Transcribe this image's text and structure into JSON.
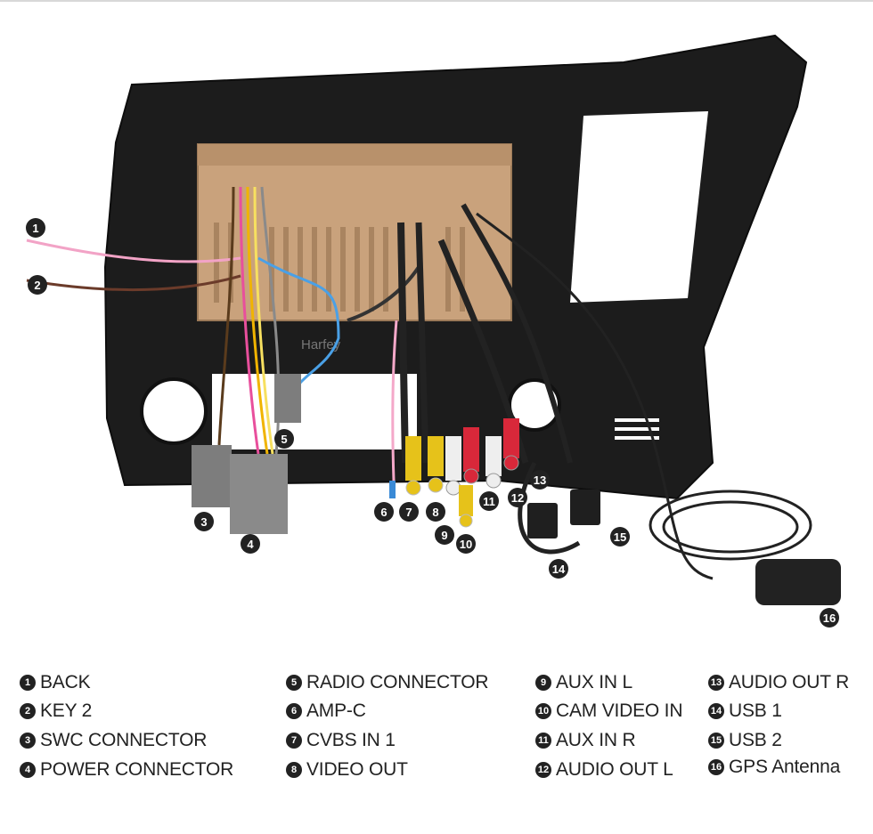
{
  "brand_watermark": "Harfey",
  "callouts": [
    "1",
    "2",
    "3",
    "4",
    "5",
    "6",
    "7",
    "8",
    "9",
    "10",
    "11",
    "12",
    "13",
    "14",
    "15",
    "16"
  ],
  "legend": [
    {
      "num": "1",
      "label": "BACK"
    },
    {
      "num": "2",
      "label": "KEY 2"
    },
    {
      "num": "3",
      "label": "SWC CONNECTOR"
    },
    {
      "num": "4",
      "label": "POWER CONNECTOR"
    },
    {
      "num": "5",
      "label": "RADIO CONNECTOR"
    },
    {
      "num": "6",
      "label": "AMP-C"
    },
    {
      "num": "7",
      "label": "CVBS IN 1"
    },
    {
      "num": "8",
      "label": "VIDEO OUT"
    },
    {
      "num": "9",
      "label": "AUX IN L"
    },
    {
      "num": "10",
      "label": "CAM VIDEO IN"
    },
    {
      "num": "11",
      "label": "AUX IN R"
    },
    {
      "num": "12",
      "label": "AUDIO OUT L"
    },
    {
      "num": "13",
      "label": "AUDIO OUT R"
    },
    {
      "num": "14",
      "label": "USB 1"
    },
    {
      "num": "15",
      "label": "USB 2"
    },
    {
      "num": "16",
      "label": "GPS Antenna"
    }
  ],
  "colors": {
    "bezel": "#1c1c1c",
    "chassis": "#c9a27c",
    "rca_yellow": "#e6c21a",
    "rca_red": "#d8283a",
    "rca_white": "#eeeeee"
  }
}
